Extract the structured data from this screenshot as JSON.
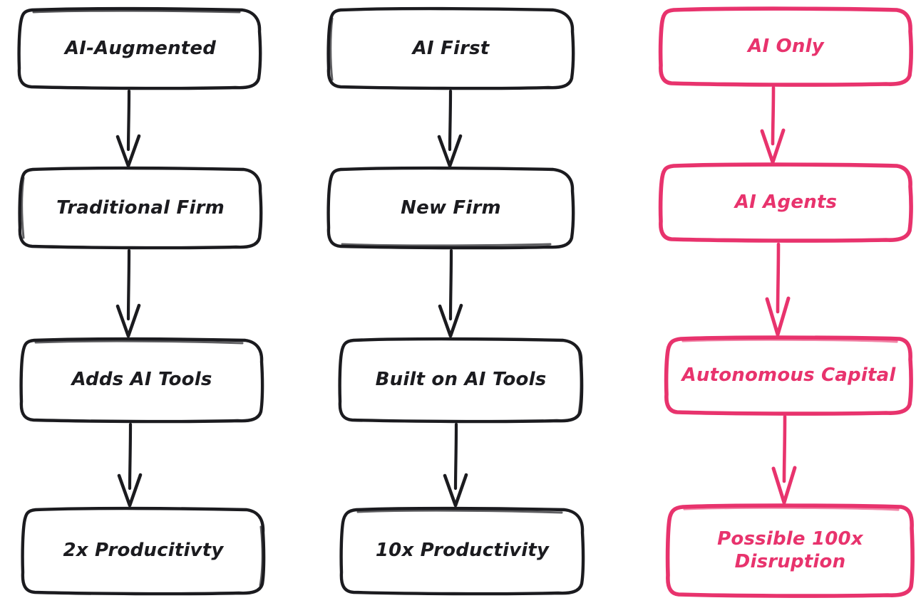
{
  "diagram": {
    "type": "flowchart",
    "title": "",
    "orientation": "three parallel top-to-bottom chains",
    "background": "#ffffff",
    "colors": {
      "dark_stroke": "#1b1b1f",
      "pink_stroke": "#e8336d",
      "dark_text": "#1b1b1f",
      "pink_text": "#e8336d",
      "node_fill": "#ffffff"
    },
    "columns": [
      {
        "id": "ai-augmented",
        "accent": "#1b1b1f",
        "nodes": [
          {
            "id": "n1",
            "label": "AI-Augmented"
          },
          {
            "id": "n2",
            "label": "Traditional Firm"
          },
          {
            "id": "n3",
            "label": "Adds AI Tools"
          },
          {
            "id": "n4",
            "label": "2x Producitivty"
          }
        ],
        "edges": [
          {
            "from": "n1",
            "to": "n2",
            "style": "arrow-down"
          },
          {
            "from": "n2",
            "to": "n3",
            "style": "arrow-down"
          },
          {
            "from": "n3",
            "to": "n4",
            "style": "arrow-down"
          }
        ]
      },
      {
        "id": "ai-first",
        "accent": "#1b1b1f",
        "nodes": [
          {
            "id": "m1",
            "label": "AI First"
          },
          {
            "id": "m2",
            "label": "New Firm"
          },
          {
            "id": "m3",
            "label": "Built on AI Tools"
          },
          {
            "id": "m4",
            "label": "10x Productivity"
          }
        ],
        "edges": [
          {
            "from": "m1",
            "to": "m2",
            "style": "arrow-down"
          },
          {
            "from": "m2",
            "to": "m3",
            "style": "arrow-down"
          },
          {
            "from": "m3",
            "to": "m4",
            "style": "arrow-down"
          }
        ]
      },
      {
        "id": "ai-only",
        "accent": "#e8336d",
        "nodes": [
          {
            "id": "p1",
            "label": "AI Only"
          },
          {
            "id": "p2",
            "label": "AI Agents"
          },
          {
            "id": "p3",
            "label": "Autonomous Capital"
          },
          {
            "id": "p4",
            "label": "Possible 100x\nDisruption"
          }
        ],
        "edges": [
          {
            "from": "p1",
            "to": "p2",
            "style": "arrow-down"
          },
          {
            "from": "p2",
            "to": "p3",
            "style": "arrow-down"
          },
          {
            "from": "p3",
            "to": "p4",
            "style": "arrow-down"
          }
        ]
      }
    ]
  }
}
